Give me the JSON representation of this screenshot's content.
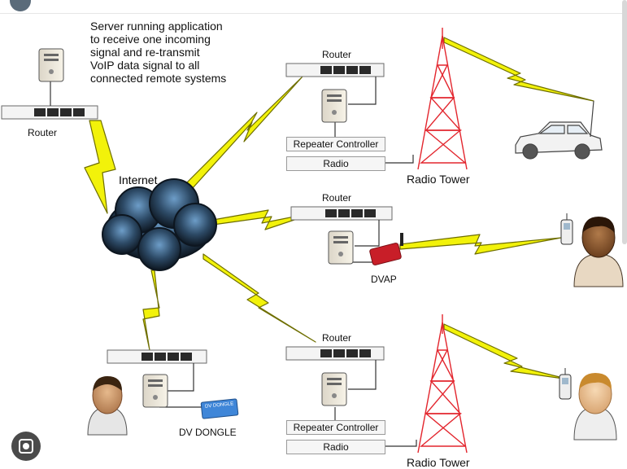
{
  "server_note": "Server running application\nto receive one incoming\nsignal and re-transmit\nVoIP data signal to all\nconnected remote systems",
  "internet_label": "Internet",
  "labels": {
    "router_main": "Router",
    "router_top": "Router",
    "router_mid": "Router",
    "router_bottom_right": "Router",
    "repeater_top": "Repeater Controller",
    "radio_top": "Radio",
    "repeater_bottom": "Repeater Controller",
    "radio_bottom": "Radio",
    "tower_top": "Radio Tower",
    "tower_bottom": "Radio Tower",
    "dvap": "DVAP",
    "dv_dongle": "DV DONGLE",
    "dongle_text": "DV DONGLE"
  },
  "colors": {
    "bolt_fill": "#f2f20a",
    "bolt_stroke": "#6e6e00",
    "tower": "#e3262e",
    "cloud_dark": "#0d1620",
    "cloud_light": "#6d9dc8",
    "dongle": "#3f86d8",
    "dvap": "#c81e28"
  },
  "icons": {
    "status": "app-badge-icon",
    "lens": "image-search-icon"
  }
}
